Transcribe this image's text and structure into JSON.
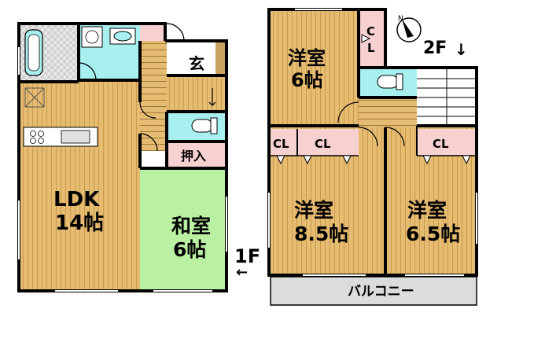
{
  "floor1": {
    "label": "1F",
    "arrow": "←",
    "rooms": {
      "ldk_name": "LDK",
      "ldk_size": "14帖",
      "washitsu_name": "和室",
      "washitsu_size": "6帖",
      "genkan": "玄",
      "oshiire": "押入"
    }
  },
  "floor2": {
    "label": "2F",
    "arrow": "↓",
    "rooms": {
      "r1_name": "洋室",
      "r1_size": "6帖",
      "r2_name": "洋室",
      "r2_size": "8.5帖",
      "r3_name": "洋室",
      "r3_size": "6.5帖",
      "cl_vertical": [
        "C",
        "L"
      ],
      "cl": "CL",
      "balcony": "バルコニー"
    }
  },
  "colors": {
    "wood": "#e6bc72",
    "wood_line": "#c99a4a",
    "tatami": "#b9f0a2",
    "closet": "#f7d0d0",
    "water": "#a8f0f0",
    "tile": "#d6d6d6",
    "wall": "#000000",
    "balcony": "#dcdcdc"
  },
  "icons": [
    "compass-icon",
    "bathtub-icon",
    "toilet-icon",
    "sink-icon",
    "stove-icon"
  ]
}
